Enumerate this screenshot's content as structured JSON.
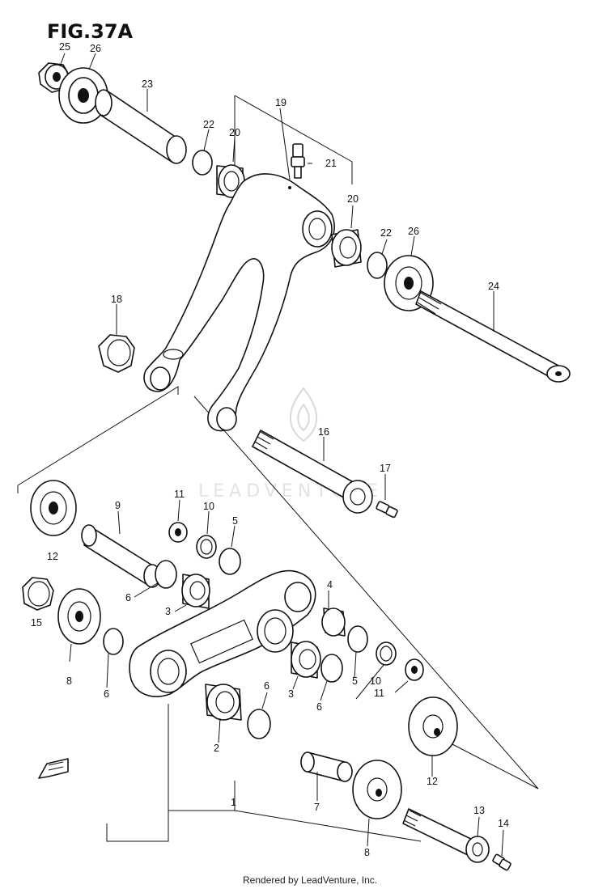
{
  "figure": {
    "title": "FIG.37A"
  },
  "watermark": {
    "text": "LEADVENTURE"
  },
  "footer": {
    "text": "Rendered by LeadVenture, Inc."
  },
  "callouts": [
    {
      "label": "25",
      "part": "nut"
    },
    {
      "label": "26",
      "part": "washer"
    },
    {
      "label": "23",
      "part": "spacer"
    },
    {
      "label": "22",
      "part": "seal"
    },
    {
      "label": "20",
      "part": "bearing"
    },
    {
      "label": "19",
      "part": "cushion-lever"
    },
    {
      "label": "21",
      "part": "grease-nipple"
    },
    {
      "label": "20",
      "part": "bearing"
    },
    {
      "label": "22",
      "part": "seal"
    },
    {
      "label": "26",
      "part": "washer"
    },
    {
      "label": "24",
      "part": "bolt"
    },
    {
      "label": "18",
      "part": "nut"
    },
    {
      "label": "16",
      "part": "bolt"
    },
    {
      "label": "17",
      "part": "grease-nipple"
    },
    {
      "label": "9",
      "part": "spacer"
    },
    {
      "label": "11",
      "part": "washer"
    },
    {
      "label": "10",
      "part": "washer"
    },
    {
      "label": "5",
      "part": "seal"
    },
    {
      "label": "12",
      "part": "washer"
    },
    {
      "label": "6",
      "part": "seal"
    },
    {
      "label": "3",
      "part": "bearing"
    },
    {
      "label": "4",
      "part": "spacer"
    },
    {
      "label": "15",
      "part": "nut"
    },
    {
      "label": "8",
      "part": "washer"
    },
    {
      "label": "6",
      "part": "seal"
    },
    {
      "label": "3",
      "part": "bearing"
    },
    {
      "label": "6",
      "part": "seal"
    },
    {
      "label": "10",
      "part": "washer"
    },
    {
      "label": "5",
      "part": "seal"
    },
    {
      "label": "11",
      "part": "washer"
    },
    {
      "label": "6",
      "part": "seal"
    },
    {
      "label": "2",
      "part": "bearing"
    },
    {
      "label": "12",
      "part": "washer"
    },
    {
      "label": "1",
      "part": "cushion-rod"
    },
    {
      "label": "7",
      "part": "spacer"
    },
    {
      "label": "8",
      "part": "washer"
    },
    {
      "label": "13",
      "part": "bolt"
    },
    {
      "label": "14",
      "part": "grease-nipple"
    }
  ],
  "icons": {
    "front_arrow": "front-direction-arrow-icon",
    "watermark_flame": "flame-logo-icon"
  }
}
